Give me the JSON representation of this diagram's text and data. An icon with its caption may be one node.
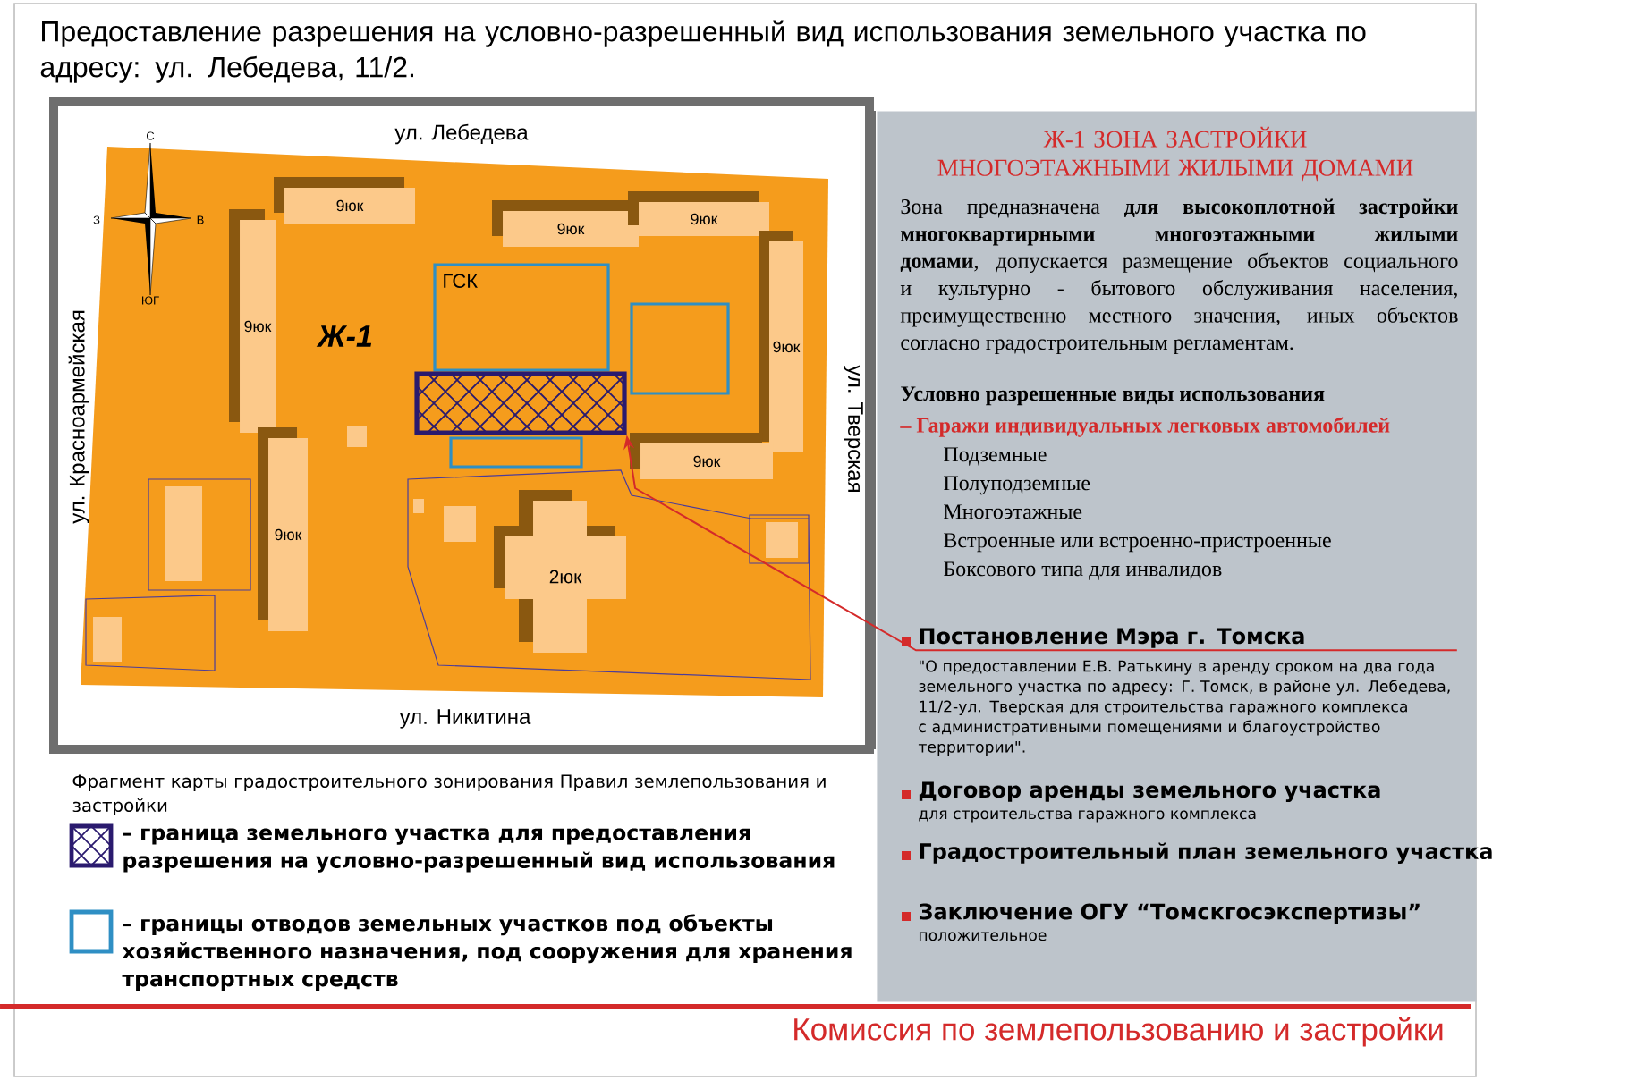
{
  "diagram": {
    "title": "Предоставление разрешения на условно-разрешенный вид использования земельного участка по адресу: ул. Лебедева, 11/2.",
    "nodes": [
      {
        "text": [
          "Ж-1"
        ]
      },
      {
        "text": [
          "9юк"
        ],
        "in": 0
      },
      {
        "text": [
          "9юк"
        ],
        "in": 0
      },
      {
        "text": [
          "9юк"
        ],
        "in": 0
      },
      {
        "text": [
          "9юк"
        ],
        "in": 0
      },
      {
        "text": [
          "ГСК"
        ],
        "in": 0
      },
      {
        "text": [],
        "shape": "box",
        "in": 0
      },
      {
        "text": [
          "9юк"
        ],
        "in": 0
      },
      {
        "text": [],
        "shape": "box",
        "in": 0
      },
      {
        "text": [],
        "shape": "box",
        "in": 0
      },
      {
        "text": [
          "9юк"
        ],
        "in": 0
      },
      {
        "text": [
          "9юк"
        ],
        "in": 0
      },
      {
        "text": [
          "2юк"
        ],
        "in": 0
      },
      {
        "text": [
          "Ж-1 ЗОНА ЗАСТРОЙКИ МНОГОЭТАЖНЫМИ ЖИЛЫМИ ДОМАМИ",
          "Зона предназначена **для высокоплотной застройки многоквартирными многоэтажными жилыми домами**, допускается размещение объектов социального и культурно - бытового обслуживания населения, преимущественно местного значения, иных объектов согласно градостроительным регламентам.",
          "Условно разрешенные виды использования",
          "– Гаражи индивидуальных легковых автомобилей",
          "Подземные",
          "Полуподземные",
          "Многоэтажные",
          "Встроенные или встроенно-пристроенные",
          "Боксового типа для инвалидов",
          "Договор аренды земельного участка",
          "для строительства гаражного комплекса",
          "Градостроительный план земельного участка",
          "Заключение ОГУ “Томскгосэкспертизы”",
          "положительное"
        ]
      },
      {
        "text": [
          "Постановление Мэра г. Томска"
        ],
        "beside": [
          "\"О предоставлении Е.В. Ратькину в аренду сроком на два года земельного участка по адресу: Г. Томск, в районе ул. Лебедева, 11/2-ул. Тверская для строительства гаражного комплекса с административными помещениями и благоустройство территории\"."
        ],
        "in": 13
      }
    ],
    "edges": [
      {
        "from": 14,
        "to": 8,
        "arrow": "to",
        "color": "#d42a2a"
      }
    ],
    "labels": [
      "ул. Лебедева",
      "С",
      "З",
      "В",
      "ЮГ",
      "ул. Красноармейская",
      "ул. Тверская",
      "ул. Никитина",
      "Фрагмент карты градостроительного зонирования Правил землепользования и застройки",
      "Комиссия по землепользованию и застройки"
    ],
    "legend": [
      {
        "text": "– граница земельного участка для предоставления разрешения на условно-разрешенный вид использования"
      },
      {
        "text": "– границы отводов земельных участков под объекты хозяйственного назначения, под сооружения для хранения транспортных средств"
      }
    ]
  }
}
